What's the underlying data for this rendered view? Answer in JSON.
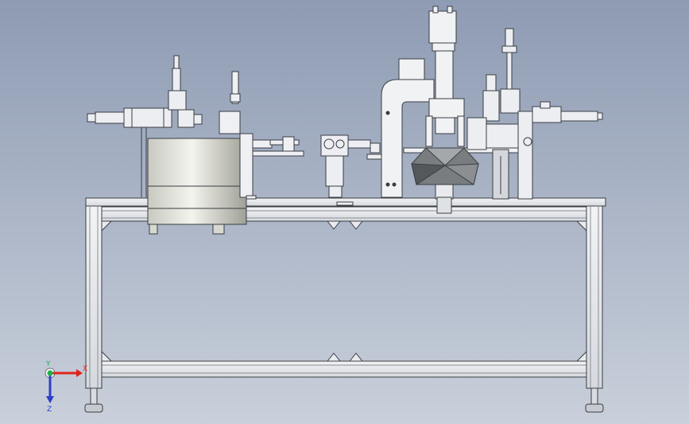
{
  "viewport": {
    "background_top": "#8e9bb3",
    "background_bottom": "#c9d0db"
  },
  "triad": {
    "x_label": "X",
    "y_label": "Y",
    "z_label": "Z",
    "x_color": "#e0241c",
    "y_color": "#22b14c",
    "z_color": "#2c3fc8"
  }
}
